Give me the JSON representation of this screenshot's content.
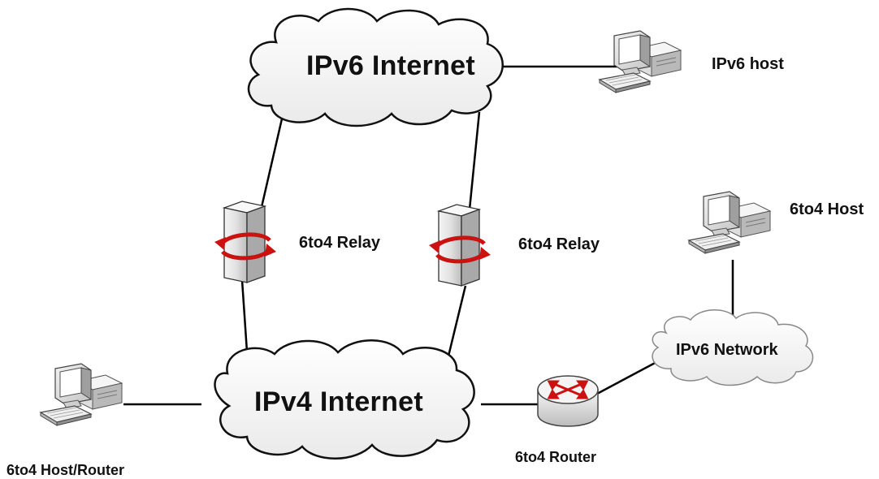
{
  "diagram": {
    "nodes": {
      "ipv6_internet": "IPv6 Internet",
      "ipv4_internet": "IPv4 Internet",
      "ipv6_network": "IPv6 Network",
      "ipv6_host": "IPv6 host",
      "sixto4_host": "6to4 Host",
      "relay_left": "6to4 Relay",
      "relay_right": "6to4 Relay",
      "sixto4_host_router": "6to4 Host/Router",
      "sixto4_router": "6to4 Router"
    },
    "icons": {
      "computer": "computer-icon",
      "relay_server": "server-icon",
      "router": "router-icon",
      "cloud": "cloud-icon"
    }
  }
}
